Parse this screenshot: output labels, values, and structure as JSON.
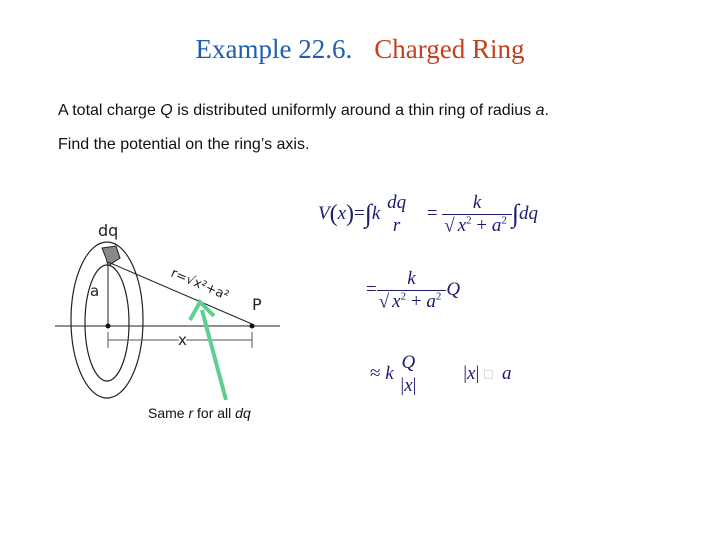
{
  "title": {
    "prefix": "Example 22.6.",
    "name": "Charged Ring",
    "prefix_color": "#1f5fae",
    "name_color": "#c3401c"
  },
  "problem": {
    "line1_a": "A  total charge ",
    "line1_var": "Q",
    "line1_b": " is distributed uniformly around a thin ring of radius ",
    "line1_var2": "a",
    "line1_c": ".",
    "line2": "Find the potential on the ring’s axis."
  },
  "diagram": {
    "labels": {
      "dq": "dq",
      "a": "a",
      "r": "r=√x²+a²",
      "P": "P",
      "x": "x"
    },
    "arrow_color": "#5fcf8f"
  },
  "caption": {
    "a": "Same ",
    "r": "r",
    "b": " for all ",
    "dq": "dq"
  },
  "equations": {
    "eq1_lhs": "V",
    "eq1_x": "x",
    "k": "k",
    "dq": "dq",
    "r": "r",
    "x2": "x",
    "a2": "a",
    "Q": "Q",
    "cond_x": "x",
    "cond_box": "□",
    "cond_a": "a"
  }
}
